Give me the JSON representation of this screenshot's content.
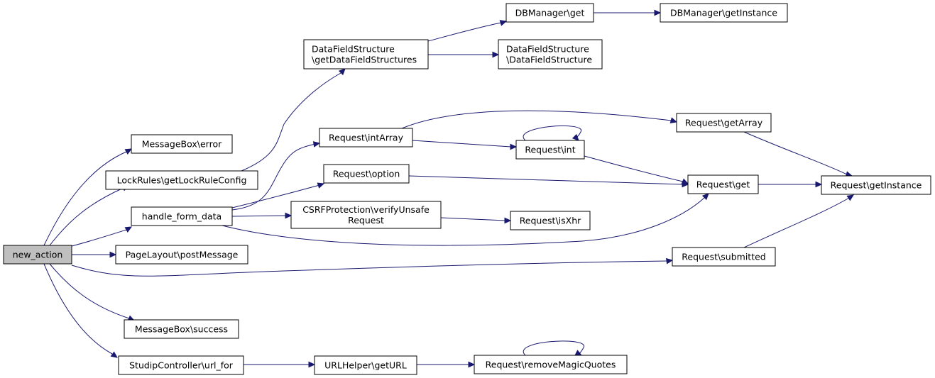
{
  "diagram": {
    "type": "call-graph",
    "colors": {
      "edge": "#191970",
      "node_border": "#000000",
      "root_fill": "#bfbfbf",
      "node_fill": "#ffffff"
    },
    "nodes": [
      {
        "id": "new_action",
        "lines": [
          "new_action"
        ],
        "root": true
      },
      {
        "id": "mb_error",
        "lines": [
          "MessageBox\\error"
        ]
      },
      {
        "id": "lockrules",
        "lines": [
          "LockRules\\getLockRuleConfig"
        ]
      },
      {
        "id": "handle_form",
        "lines": [
          "handle_form_data"
        ]
      },
      {
        "id": "postmessage",
        "lines": [
          "PageLayout\\postMessage"
        ]
      },
      {
        "id": "mb_success",
        "lines": [
          "MessageBox\\success"
        ]
      },
      {
        "id": "url_for",
        "lines": [
          "StudipController\\url_for"
        ]
      },
      {
        "id": "dfs_get",
        "lines": [
          "DataFieldStructure",
          "\\getDataFieldStructures"
        ]
      },
      {
        "id": "req_intarray",
        "lines": [
          "Request\\intArray"
        ]
      },
      {
        "id": "req_option",
        "lines": [
          "Request\\option"
        ]
      },
      {
        "id": "csrf",
        "lines": [
          "CSRFProtection\\verifyUnsafe",
          "Request"
        ]
      },
      {
        "id": "urlhelper",
        "lines": [
          "URLHelper\\getURL"
        ]
      },
      {
        "id": "db_get",
        "lines": [
          "DBManager\\get"
        ]
      },
      {
        "id": "dfs_ctor",
        "lines": [
          "DataFieldStructure",
          "\\DataFieldStructure"
        ]
      },
      {
        "id": "req_int",
        "lines": [
          "Request\\int"
        ]
      },
      {
        "id": "req_isxhr",
        "lines": [
          "Request\\isXhr"
        ]
      },
      {
        "id": "req_rmq",
        "lines": [
          "Request\\removeMagicQuotes"
        ]
      },
      {
        "id": "db_instance",
        "lines": [
          "DBManager\\getInstance"
        ]
      },
      {
        "id": "req_getarray",
        "lines": [
          "Request\\getArray"
        ]
      },
      {
        "id": "req_get",
        "lines": [
          "Request\\get"
        ]
      },
      {
        "id": "req_submitted",
        "lines": [
          "Request\\submitted"
        ]
      },
      {
        "id": "req_instance",
        "lines": [
          "Request\\getInstance"
        ]
      }
    ],
    "edges": [
      [
        "new_action",
        "mb_error"
      ],
      [
        "new_action",
        "lockrules"
      ],
      [
        "new_action",
        "handle_form"
      ],
      [
        "new_action",
        "postmessage"
      ],
      [
        "new_action",
        "req_submitted"
      ],
      [
        "new_action",
        "mb_success"
      ],
      [
        "new_action",
        "url_for"
      ],
      [
        "lockrules",
        "dfs_get"
      ],
      [
        "dfs_get",
        "db_get"
      ],
      [
        "dfs_get",
        "dfs_ctor"
      ],
      [
        "db_get",
        "db_instance"
      ],
      [
        "handle_form",
        "req_intarray"
      ],
      [
        "handle_form",
        "req_option"
      ],
      [
        "handle_form",
        "csrf"
      ],
      [
        "handle_form",
        "req_get"
      ],
      [
        "req_intarray",
        "req_getarray"
      ],
      [
        "req_intarray",
        "req_int"
      ],
      [
        "req_int",
        "req_int"
      ],
      [
        "req_int",
        "req_get"
      ],
      [
        "req_option",
        "req_get"
      ],
      [
        "req_getarray",
        "req_instance"
      ],
      [
        "req_get",
        "req_instance"
      ],
      [
        "req_submitted",
        "req_instance"
      ],
      [
        "csrf",
        "req_isxhr"
      ],
      [
        "url_for",
        "urlhelper"
      ],
      [
        "urlhelper",
        "req_rmq"
      ],
      [
        "req_rmq",
        "req_rmq"
      ]
    ]
  }
}
